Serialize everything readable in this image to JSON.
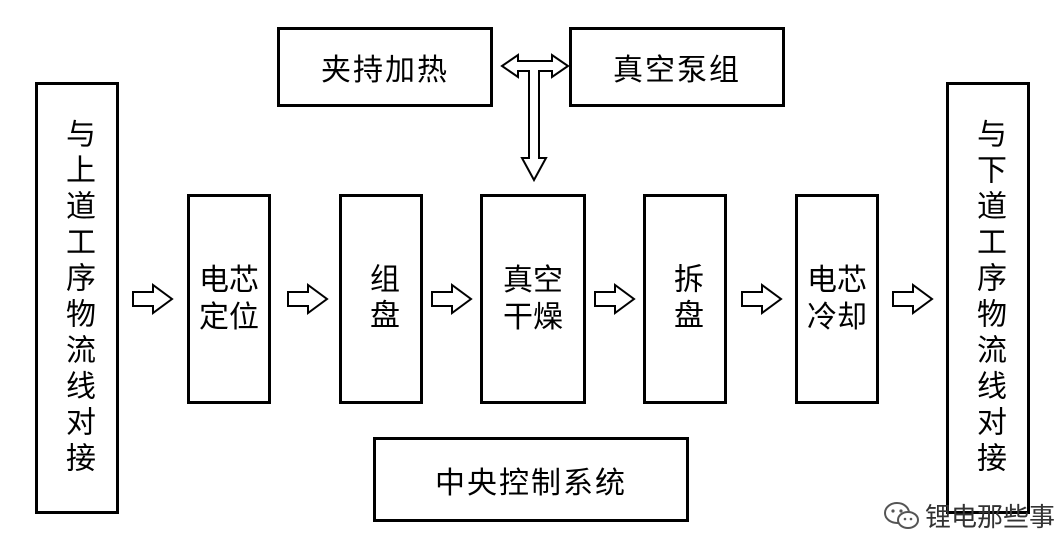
{
  "nodes": {
    "upstream": "与上道工序物流线对接",
    "downstream": "与下道工序物流线对接",
    "cell_positioning": [
      "电芯",
      "定位"
    ],
    "grouping": "组盘",
    "vacuum_drying": [
      "真空",
      "干燥"
    ],
    "ungrouping": "拆盘",
    "cell_cooling": [
      "电芯",
      "冷却"
    ],
    "clamp_heating": "夹持加热",
    "vacuum_pump": "真空泵组",
    "central_control": "中央控制系统"
  },
  "watermark": "锂电那些事"
}
